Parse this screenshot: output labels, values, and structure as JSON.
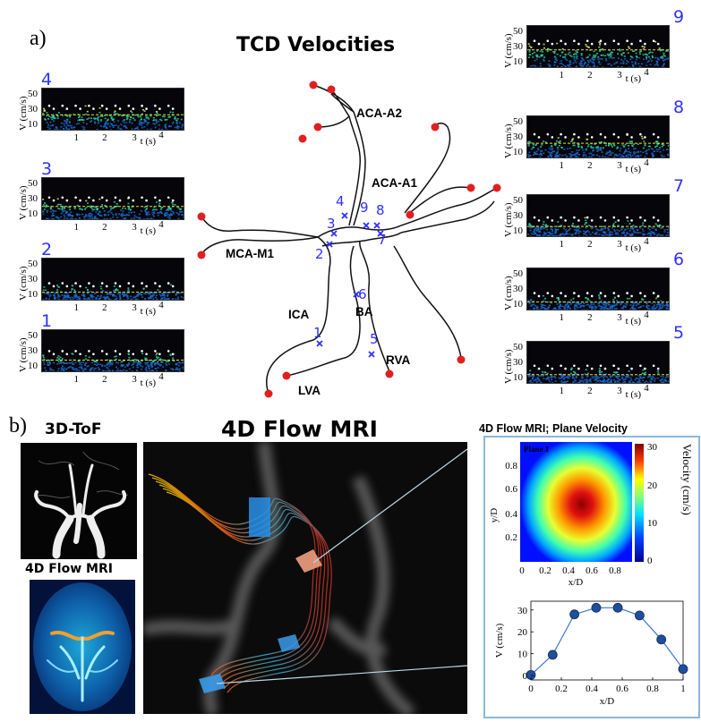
{
  "panel_a": {
    "label": "a)",
    "title": "TCD Velocities",
    "vessel_labels": {
      "aca_a2": "ACA-A2",
      "aca_a1": "ACA-A1",
      "mca_m1": "MCA-M1",
      "ica": "ICA",
      "ba": "BA",
      "rva": "RVA",
      "lva": "LVA"
    },
    "sites": [
      "1",
      "2",
      "3",
      "4",
      "5",
      "6",
      "7",
      "8",
      "9"
    ],
    "tcd_plots": [
      {
        "id": "4",
        "ylabel": "V (cm/s)",
        "yticks": [
          "50",
          "30",
          "10"
        ],
        "xticks": [
          "1",
          "2",
          "3",
          "4"
        ],
        "xlabel": "t (s)"
      },
      {
        "id": "3",
        "ylabel": "V (cm/s)",
        "yticks": [
          "50",
          "30",
          "10"
        ],
        "xticks": [
          "1",
          "2",
          "3",
          "4"
        ],
        "xlabel": "t (s)"
      },
      {
        "id": "2",
        "ylabel": "V (cm/s)",
        "yticks": [
          "50",
          "30",
          "10"
        ],
        "xticks": [
          "1",
          "2",
          "3",
          "4"
        ],
        "xlabel": "t (s)"
      },
      {
        "id": "1",
        "ylabel": "V (cm/s)",
        "yticks": [
          "50",
          "30",
          "10"
        ],
        "xticks": [
          "1",
          "2",
          "3",
          "4"
        ],
        "xlabel": "t (s)"
      },
      {
        "id": "9",
        "ylabel": "V (cm/s)",
        "yticks": [
          "50",
          "30",
          "10"
        ],
        "xticks": [
          "1",
          "2",
          "3",
          "4"
        ],
        "xlabel": "t (s)"
      },
      {
        "id": "8",
        "ylabel": "V (cm/s)",
        "yticks": [
          "50",
          "30",
          "10"
        ],
        "xticks": [
          "1",
          "2",
          "3",
          "4"
        ],
        "xlabel": "t (s)"
      },
      {
        "id": "7",
        "ylabel": "V (cm/s)",
        "yticks": [
          "50",
          "30",
          "10"
        ],
        "xticks": [
          "1",
          "2",
          "3",
          "4"
        ],
        "xlabel": "t (s)"
      },
      {
        "id": "6",
        "ylabel": "V (cm/s)",
        "yticks": [
          "50",
          "30",
          "10"
        ],
        "xticks": [
          "1",
          "2",
          "3",
          "4"
        ],
        "xlabel": "t (s)"
      },
      {
        "id": "5",
        "ylabel": "V (cm/s)",
        "yticks": [
          "50",
          "30",
          "10"
        ],
        "xticks": [
          "1",
          "2",
          "3",
          "4"
        ],
        "xlabel": "t (s)"
      }
    ]
  },
  "panel_b": {
    "label": "b)",
    "tof_title": "3D-ToF",
    "flow_small_title": "4D Flow MRI",
    "flow_big_title": "4D Flow MRI",
    "plane_title": "4D Flow MRI; Plane Velocity",
    "plane_label": "Plane 1",
    "heatmap": {
      "xlabel": "x/D",
      "ylabel": "y/D",
      "xticks": [
        "0",
        "0.2",
        "0.4",
        "0.6",
        "0.8"
      ],
      "yticks": [
        "0.8",
        "0.6",
        "0.4",
        "0.2"
      ],
      "colorbar_label": "Velocity (cm/s)",
      "colorbar_ticks": [
        "30",
        "20",
        "10",
        "0"
      ]
    }
  },
  "chart_data": {
    "type": "line",
    "x": [
      0,
      0.143,
      0.286,
      0.429,
      0.571,
      0.714,
      0.857,
      1.0
    ],
    "series": [
      {
        "values": [
          0.3,
          9.5,
          28,
          31,
          31,
          27.5,
          16.5,
          3
        ]
      }
    ],
    "xlabel": "x/D",
    "ylabel": "V (cm/s)",
    "xticks": [
      "0",
      "0.2",
      "0.4",
      "0.6",
      "0.8",
      "1"
    ],
    "yticks": [
      "0",
      "10",
      "20",
      "30"
    ],
    "xlim": [
      0,
      1
    ],
    "ylim": [
      -2,
      34
    ],
    "grid": false,
    "marker_color": "#1f4e9c",
    "line_color": "#3a78c8"
  }
}
